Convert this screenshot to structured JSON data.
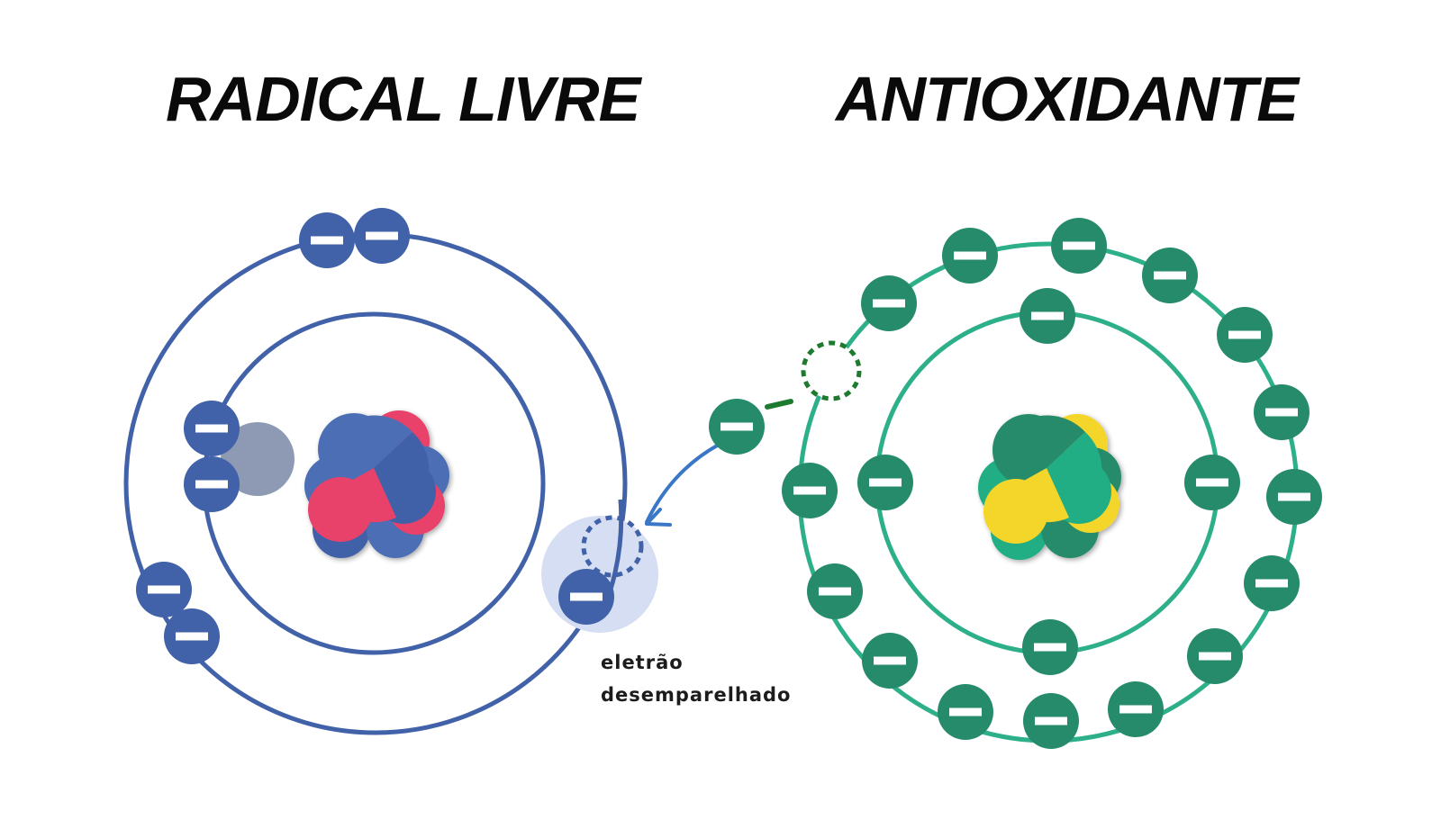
{
  "titles": {
    "left": "RADICAL LIVRE",
    "right": "ANTIOXIDANTE"
  },
  "caption": {
    "line1": "eletrão",
    "line2": "desemparelhado"
  },
  "colors": {
    "radical_blue": "#4161a8",
    "radical_red": "#e8426a",
    "radical_nucleus_blue": "#4c6eb5",
    "unpaired_halo": "#d5def2",
    "gray_atom": "#8e9ab4",
    "antioxidant_dark_green": "#268b6b",
    "antioxidant_orbit_green": "#2db08a",
    "antioxidant_teal": "#22ae84",
    "antioxidant_yellow": "#f4d52a",
    "arrow_blue": "#3a77c7",
    "transfer_dark_green": "#1d7a2e"
  },
  "electron_symbol": "minus-sign"
}
